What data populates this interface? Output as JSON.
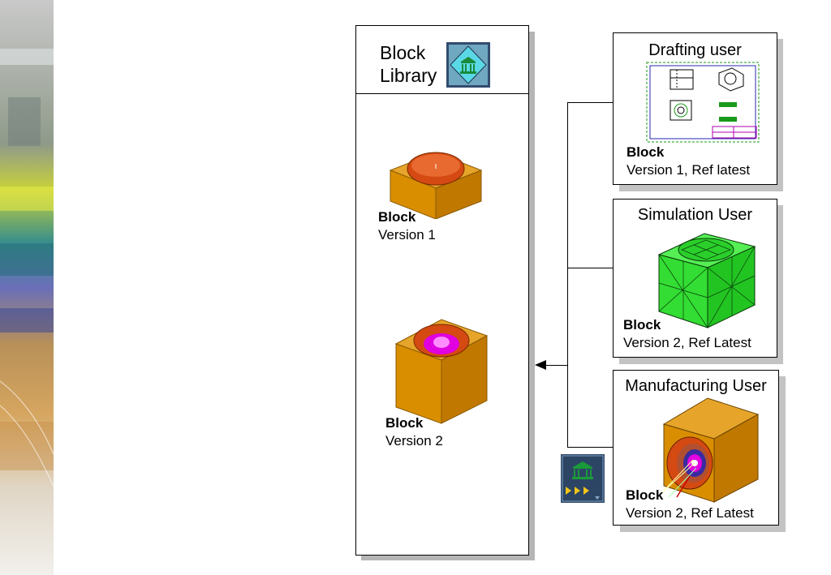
{
  "library": {
    "title": "Block\nLibrary",
    "items": [
      {
        "name": "Block",
        "version": "Version 1"
      },
      {
        "name": "Block",
        "version": "Version 2"
      }
    ]
  },
  "users": [
    {
      "title": "Drafting user",
      "name": "Block",
      "version": "Version 1,  Ref latest"
    },
    {
      "title": "Simulation User",
      "name": "Block",
      "version": "Version 2,  Ref Latest"
    },
    {
      "title": "Manufacturing User",
      "name": "Block",
      "version": "Version 2,  Ref Latest"
    }
  ],
  "icons": {
    "library": "library-icon",
    "tool": "library-tool-icon"
  },
  "colors": {
    "block_orange": "#d98e00",
    "bore_red": "#d44a12",
    "bore_magenta": "#e000e0",
    "mesh_green": "#33dd33",
    "icon_navy": "#334c6e",
    "icon_cyan": "#5ad8e6"
  }
}
